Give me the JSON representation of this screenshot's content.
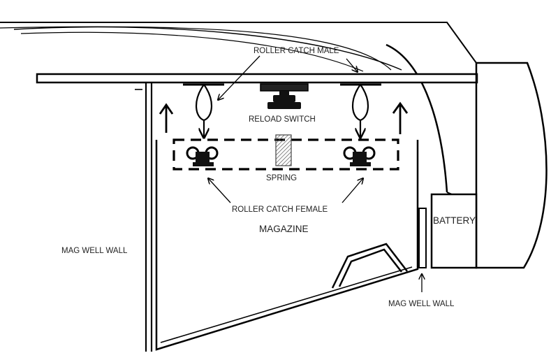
{
  "labels": {
    "roller_catch_male": "ROLLER CATCH MALE",
    "reload_switch": "RELOAD SWITCH",
    "spring": "SPRING",
    "roller_catch_female": "ROLLER CATCH FEMALE",
    "magazine": "MAGAZINE",
    "battery": "BATTERY",
    "mag_well_wall_left": "MAG WELL WALL",
    "mag_well_wall_right": "MAG WELL WALL"
  }
}
